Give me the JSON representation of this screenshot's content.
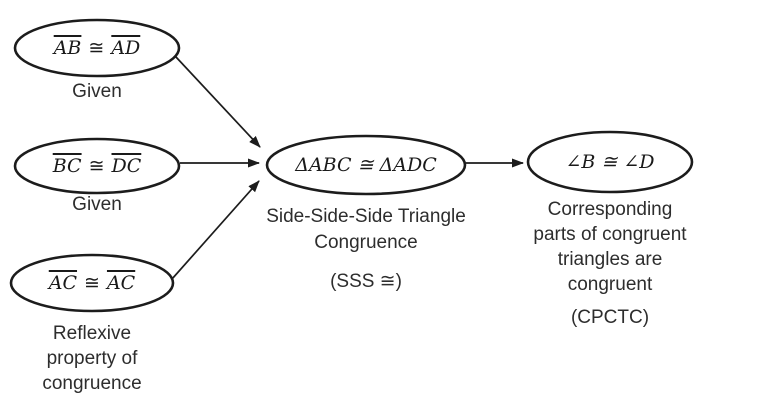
{
  "diagram": {
    "type": "flow-proof",
    "nodes": {
      "ab_ad": {
        "left": "AB",
        "rel": "≅",
        "right": "AD",
        "label": "Given"
      },
      "bc_dc": {
        "left": "BC",
        "rel": "≅",
        "right": "DC",
        "label": "Given"
      },
      "ac_ac": {
        "left": "AC",
        "rel": "≅",
        "right": "AC",
        "label_lines": [
          "Reflexive",
          "property of",
          "congruence"
        ]
      },
      "triangles": {
        "text": "ΔABC ≅ ΔADC",
        "label_lines": [
          "Side-Side-Side Triangle",
          "Congruence"
        ],
        "abbrev": "(SSS ≅)"
      },
      "angles": {
        "text": "∠B ≅ ∠D",
        "label_lines": [
          "Corresponding",
          "parts of congruent",
          "triangles are",
          "congruent"
        ],
        "abbrev": "(CPCTC)"
      }
    },
    "colors": {
      "stroke": "#1c1c1c",
      "label_text": "#2d2d2d",
      "math_text": "#1a1a1a",
      "background": "#ffffff"
    }
  }
}
